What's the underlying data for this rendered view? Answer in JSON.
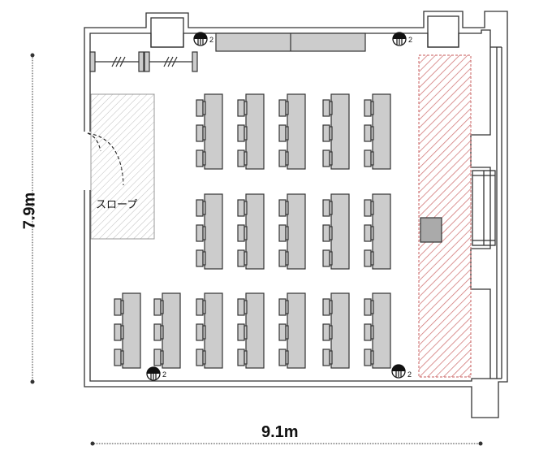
{
  "dimensions": {
    "width_label": "9.1m",
    "height_label": "7.9m"
  },
  "ramp": {
    "label": "スロープ"
  },
  "speakers": [
    {
      "id": "top-left",
      "count": "2"
    },
    {
      "id": "top-right",
      "count": "2"
    },
    {
      "id": "bottom-left",
      "count": "2"
    },
    {
      "id": "bottom-right",
      "count": "2"
    }
  ],
  "layout": {
    "desk_rows": 3,
    "desks_per_row": [
      5,
      5,
      7
    ],
    "chairs_per_desk": 3
  },
  "colors": {
    "furniture": "#cccccc",
    "outline": "#333333",
    "stage_hatch": "#d27a7a",
    "ramp_hatch": "#bbbbbb"
  }
}
